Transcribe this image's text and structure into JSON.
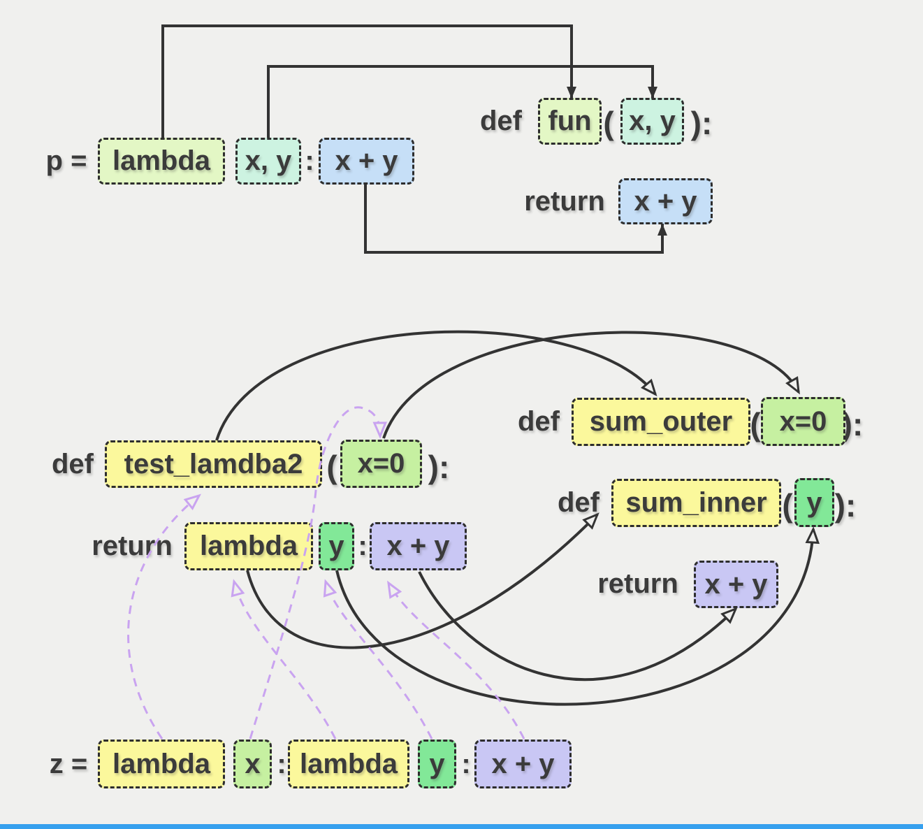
{
  "palette": {
    "background": "#f0f0ee",
    "pale_green": "#e3f7c5",
    "mint": "#cdf3e1",
    "blue": "#c6dff7",
    "yellow": "#fbf89c",
    "light_green": "#c6f0a1",
    "green": "#82e898",
    "lavender": "#c9c7f4",
    "line": "#333333",
    "purple": "#c9a3f0",
    "text": "#3b3b3b",
    "bottom_bar": "#36a0ee"
  },
  "top_section": {
    "assignment": {
      "prefix": "p =",
      "keyword": "lambda",
      "params": "x, y",
      "colon": ":",
      "body": "x + y"
    },
    "function_def": {
      "keyword": "def",
      "name": "fun",
      "open_paren": "(",
      "params": "x, y",
      "close_paren": "):"
    },
    "return_stmt": {
      "keyword": "return",
      "body": "x + y"
    }
  },
  "bottom_section": {
    "test_def": {
      "keyword": "def",
      "name": "test_lamdba2",
      "open_paren": "(",
      "param": "x=0",
      "close_paren": "):"
    },
    "test_return": {
      "keyword": "return",
      "lambda": "lambda",
      "param": "y",
      "colon": ":",
      "body": "x + y"
    },
    "outer_def": {
      "keyword": "def",
      "name": "sum_outer",
      "open_paren": "(",
      "param": "x=0",
      "close_paren": "):"
    },
    "inner_def": {
      "keyword": "def",
      "name": "sum_inner",
      "open_paren": "(",
      "param": "y",
      "close_paren": "):"
    },
    "inner_return": {
      "keyword": "return",
      "body": "x + y"
    },
    "z_assignment": {
      "prefix": "z =",
      "lambda1": "lambda",
      "param1": "x",
      "colon1": ":",
      "lambda2": "lambda",
      "param2": "y",
      "colon2": ":",
      "body": "x + y"
    }
  },
  "connections": [
    {
      "from": "p-lambda-keyword",
      "to": "fun-name",
      "style": "solid",
      "head": "filled",
      "color": "#333333"
    },
    {
      "from": "p-params",
      "to": "fun-params",
      "style": "solid",
      "head": "filled",
      "color": "#333333"
    },
    {
      "from": "p-body",
      "to": "fun-return-body",
      "style": "solid",
      "head": "filled",
      "color": "#333333"
    },
    {
      "from": "test-lamdba2-name",
      "to": "sum-outer-name",
      "style": "solid",
      "head": "open",
      "color": "#333333"
    },
    {
      "from": "test-param-x0",
      "to": "sum-outer-param-x0",
      "style": "solid",
      "head": "open",
      "color": "#333333"
    },
    {
      "from": "test-return-lambda",
      "to": "sum-inner-name",
      "style": "solid",
      "head": "open",
      "color": "#333333"
    },
    {
      "from": "test-return-param-y",
      "to": "sum-inner-param-y",
      "style": "solid",
      "head": "open",
      "color": "#333333"
    },
    {
      "from": "test-return-body",
      "to": "sum-inner-return-body",
      "style": "solid",
      "head": "open",
      "color": "#333333"
    },
    {
      "from": "z-lambda1",
      "to": "test-lamdba2-name",
      "style": "dashed",
      "head": "open",
      "color": "#c9a3f0"
    },
    {
      "from": "z-param-x",
      "to": "test-param-x0",
      "style": "dashed",
      "head": "open",
      "color": "#c9a3f0"
    },
    {
      "from": "z-lambda2",
      "to": "test-return-lambda",
      "style": "dashed",
      "head": "open",
      "color": "#c9a3f0"
    },
    {
      "from": "z-param-y",
      "to": "test-return-param-y",
      "style": "dashed",
      "head": "open",
      "color": "#c9a3f0"
    },
    {
      "from": "z-body",
      "to": "test-return-body",
      "style": "dashed",
      "head": "open",
      "color": "#c9a3f0"
    }
  ]
}
